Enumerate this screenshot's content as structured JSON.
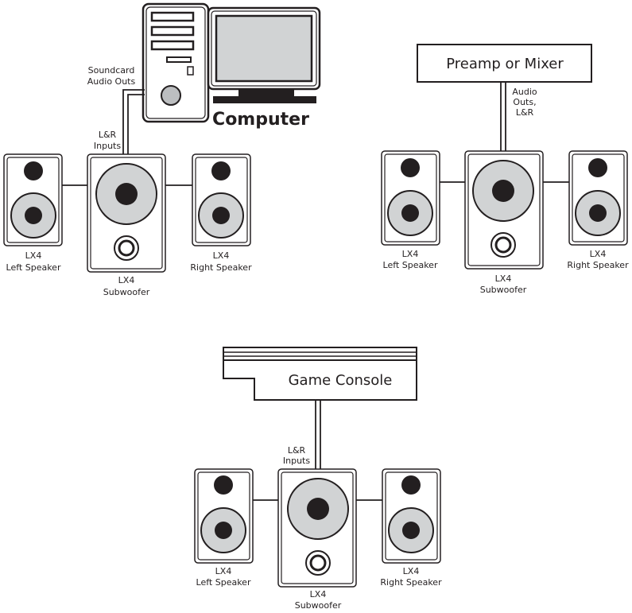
{
  "colors": {
    "line": "#231f20",
    "cone": "#d1d3d4",
    "screen": "#d1d3d4",
    "background": "#ffffff"
  },
  "icons": [
    "computer-tower-icon",
    "computer-monitor-icon",
    "speaker-icon",
    "subwoofer-icon",
    "game-console-icon",
    "mixer-box-icon"
  ],
  "setups": {
    "computer": {
      "source_label": "Computer",
      "out_label_1": "Soundcard",
      "out_label_2": "Audio Outs",
      "in_label_1": "L&R",
      "in_label_2": "Inputs",
      "left": {
        "model": "LX4",
        "name": "Left Speaker"
      },
      "sub": {
        "model": "LX4",
        "name": "Subwoofer"
      },
      "right": {
        "model": "LX4",
        "name": "Right Speaker"
      }
    },
    "mixer": {
      "source_label": "Preamp or Mixer",
      "out_label_1": "Audio",
      "out_label_2": "Outs,",
      "out_label_3": "L&R",
      "left": {
        "model": "LX4",
        "name": "Left Speaker"
      },
      "sub": {
        "model": "LX4",
        "name": "Subwoofer"
      },
      "right": {
        "model": "LX4",
        "name": "Right Speaker"
      }
    },
    "console": {
      "source_label": "Game Console",
      "in_label_1": "L&R",
      "in_label_2": "Inputs",
      "left": {
        "model": "LX4",
        "name": "Left Speaker"
      },
      "sub": {
        "model": "LX4",
        "name": "Subwoofer"
      },
      "right": {
        "model": "LX4",
        "name": "Right Speaker"
      }
    }
  }
}
